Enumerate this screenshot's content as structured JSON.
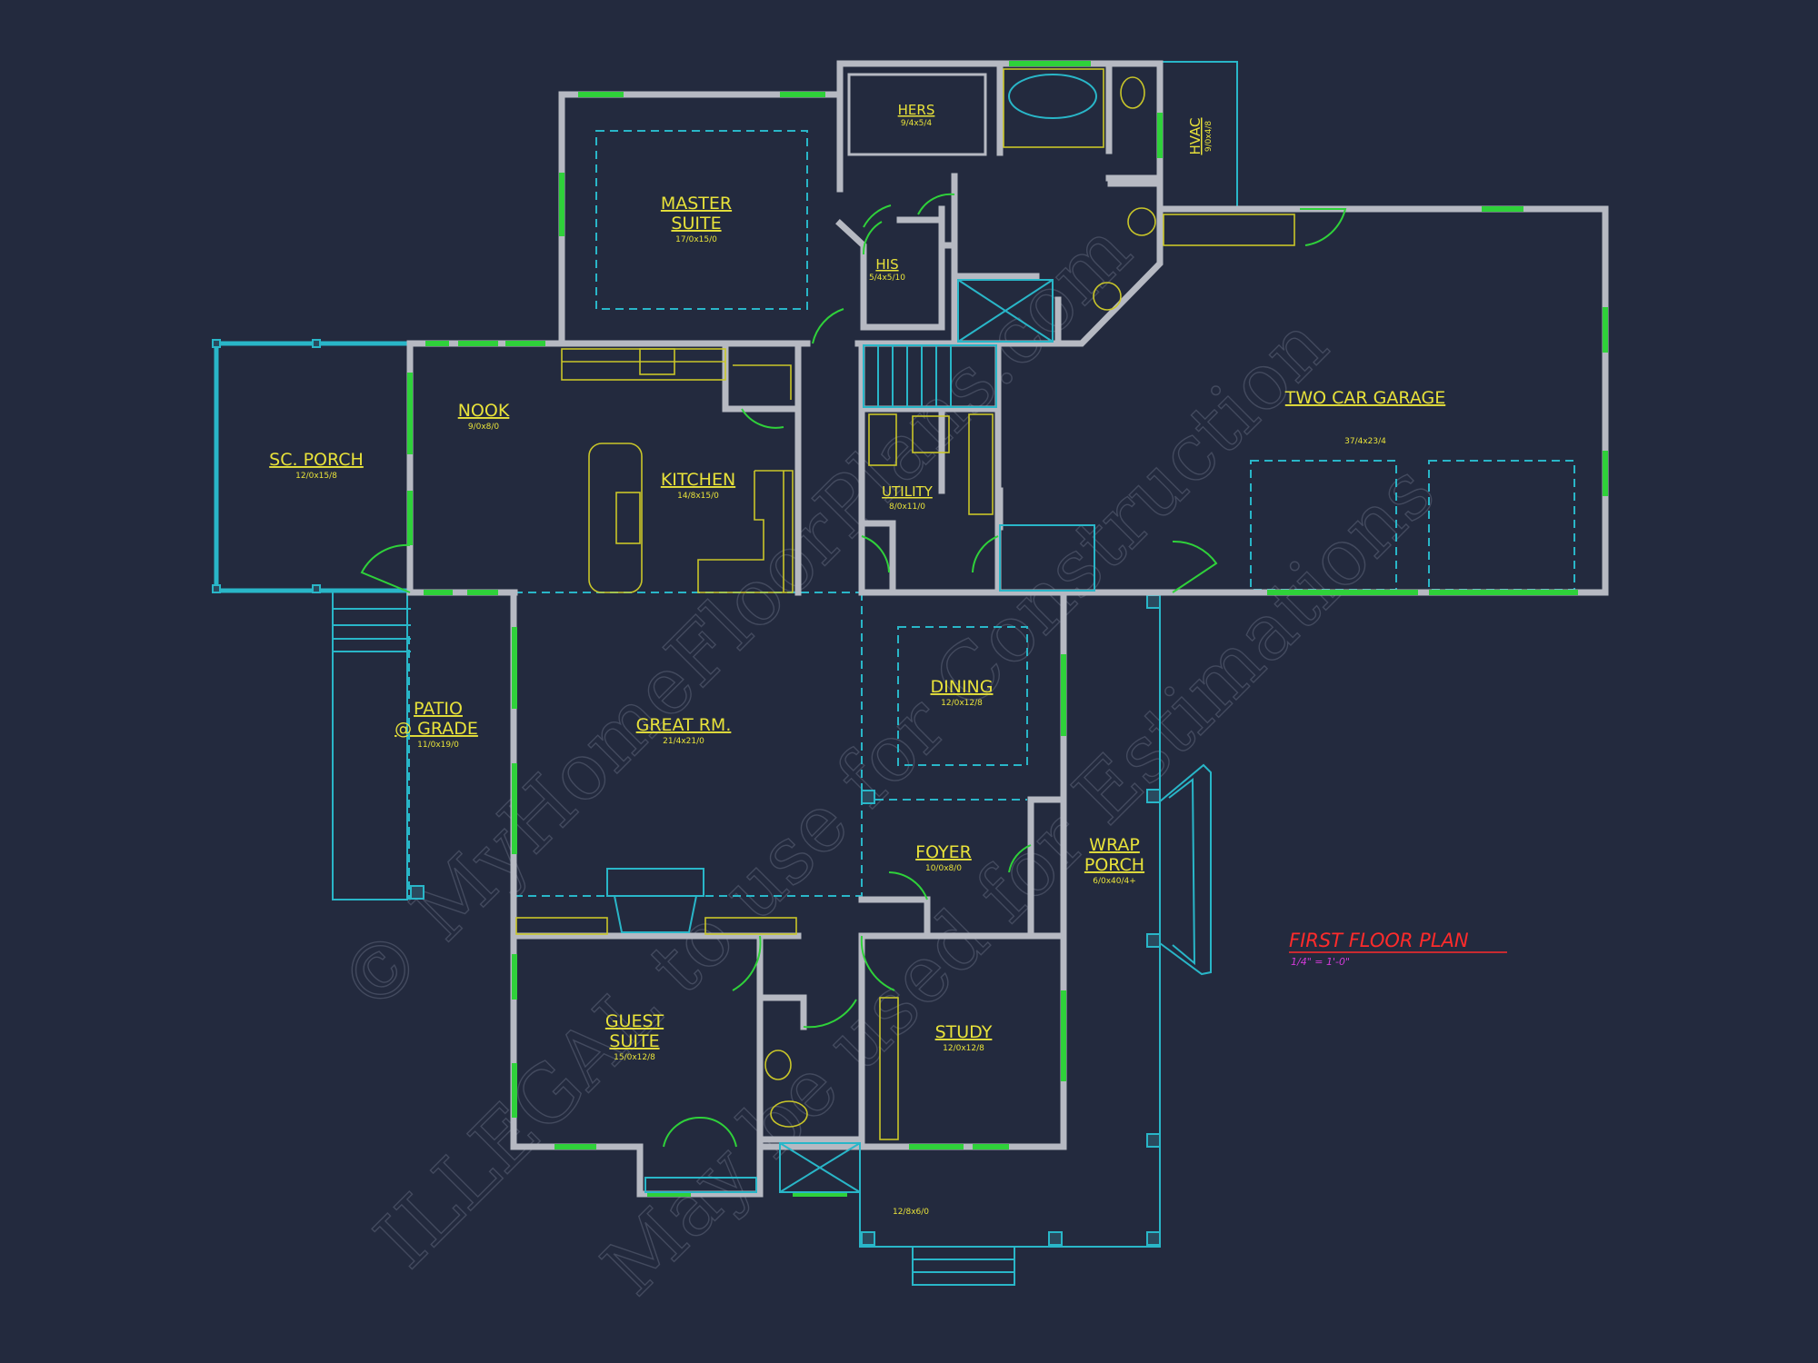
{
  "plan": {
    "title": "FIRST FLOOR PLAN",
    "scale": "1/4\" = 1'-0\"",
    "watermark": {
      "line1": "© MyHomeFloorPlans.com",
      "line2": "ILLEGAL to use for Construction",
      "line3": "May be used for Estimations"
    }
  },
  "rooms": {
    "master": {
      "name_line1": "MASTER",
      "name_line2": "SUITE",
      "dims": "17/0x15/0"
    },
    "hers": {
      "name": "HERS",
      "dims": "9/4x5/4"
    },
    "his": {
      "name": "HIS",
      "dims": "5/4x5/10"
    },
    "hvac": {
      "name": "HVAC",
      "dims": "9/0x4/8"
    },
    "porch": {
      "name": "SC. PORCH",
      "dims": "12/0x15/8"
    },
    "nook": {
      "name": "NOOK",
      "dims": "9/0x8/0"
    },
    "kitchen": {
      "name": "KITCHEN",
      "dims": "14/8x15/0"
    },
    "utility": {
      "name": "UTILITY",
      "dims": "8/0x11/0"
    },
    "garage": {
      "name": "TWO CAR GARAGE",
      "dims": "37/4x23/4"
    },
    "patio": {
      "name_line1": "PATIO",
      "name_line2": "@ GRADE",
      "dims": "11/0x19/0"
    },
    "great": {
      "name": "GREAT RM.",
      "dims": "21/4x21/0"
    },
    "dining": {
      "name": "DINING",
      "dims": "12/0x12/8"
    },
    "foyer": {
      "name": "FOYER",
      "dims": "10/0x8/0"
    },
    "wrap": {
      "name_line1": "WRAP",
      "name_line2": "PORCH",
      "dims": "6/0x40/4+"
    },
    "guest": {
      "name_line1": "GUEST",
      "name_line2": "SUITE",
      "dims": "15/0x12/8"
    },
    "study": {
      "name": "STUDY",
      "dims": "12/0x12/8"
    },
    "front_porch": {
      "dims": "12/8x6/0"
    }
  },
  "colors": {
    "background": "#232a3e",
    "walls": "#b6b9c2",
    "windows": "#2fd13a",
    "outlines": "#29b6c8",
    "fixtures": "#c9c629",
    "labels": "#e8e23a",
    "title": "#ff2b2b",
    "scale": "#d23ad8"
  }
}
